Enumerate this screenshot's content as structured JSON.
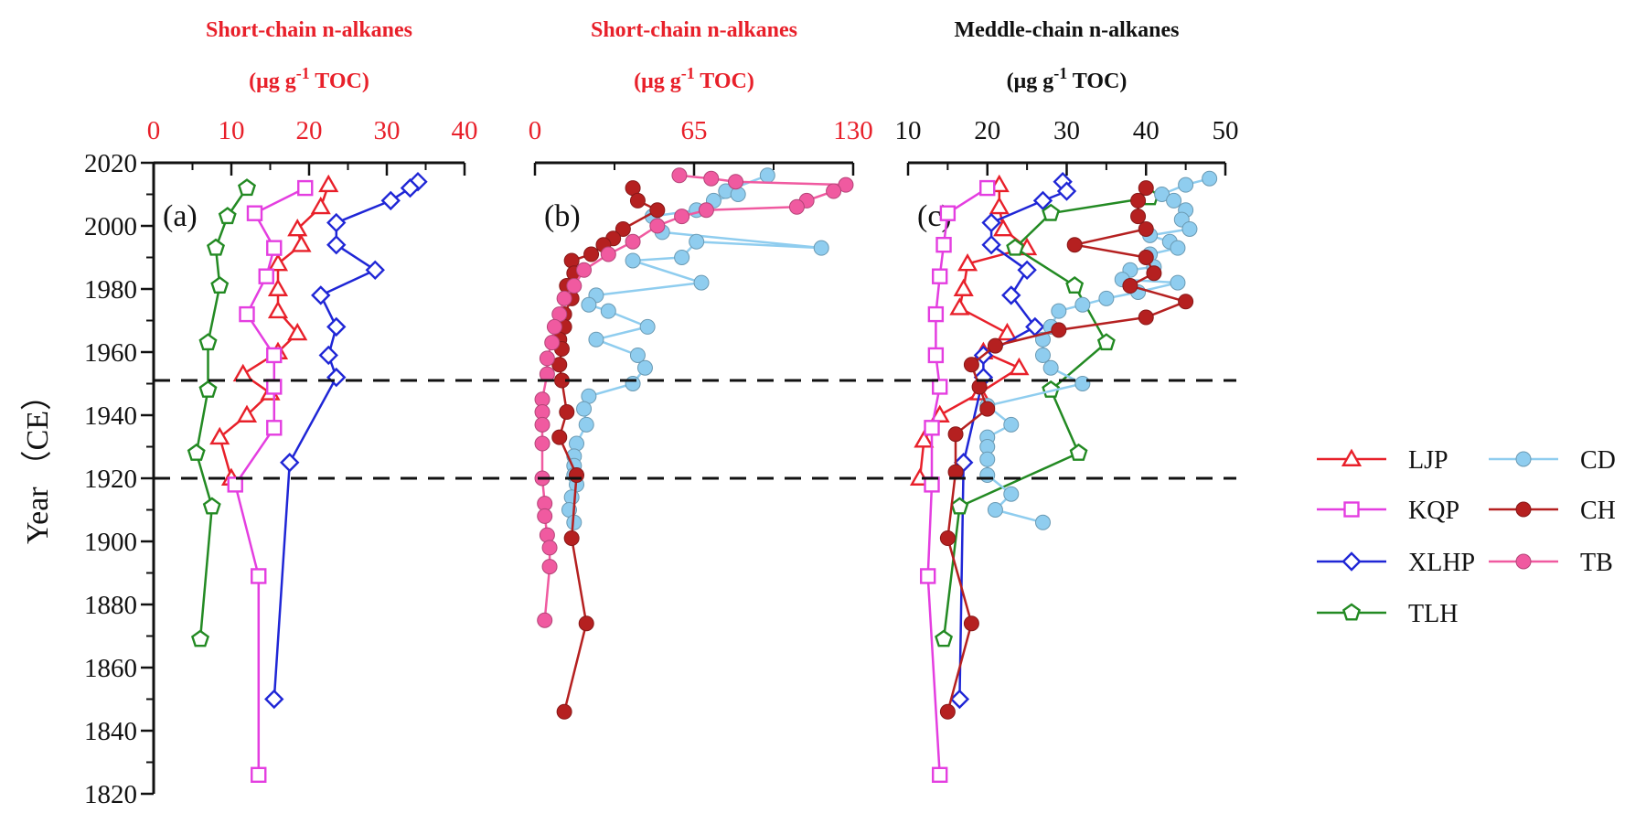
{
  "chart_data": [
    {
      "id": "a",
      "type": "line",
      "panel_label": "(a)",
      "title_line1": "Short-chain n-alkanes",
      "title_line2": "(μg g",
      "title_sup": "-1",
      "title_tail": " TOC)",
      "title_color": "#e8202a",
      "xlim": [
        0,
        40
      ],
      "xticks": [
        0,
        10,
        20,
        30,
        40
      ],
      "xtick_labels": [
        "0",
        "10",
        "20",
        "30",
        "40"
      ],
      "xtick_color": "#e8202a",
      "series": [
        {
          "name": "LJP",
          "color": "#e8202a",
          "marker": "triangle",
          "points": [
            [
              22.5,
              2013
            ],
            [
              21.5,
              2006
            ],
            [
              18.5,
              1999
            ],
            [
              19,
              1994
            ],
            [
              16,
              1988
            ],
            [
              16,
              1980
            ],
            [
              16,
              1973
            ],
            [
              18.5,
              1966
            ],
            [
              16,
              1960
            ],
            [
              11.5,
              1953
            ],
            [
              15,
              1947
            ],
            [
              12,
              1940
            ],
            [
              8.5,
              1933
            ],
            [
              10,
              1920
            ]
          ]
        },
        {
          "name": "KQP",
          "color": "#e43ee0",
          "marker": "square",
          "points": [
            [
              19.5,
              2012
            ],
            [
              13,
              2004
            ],
            [
              15.5,
              1993
            ],
            [
              14.5,
              1984
            ],
            [
              12,
              1972
            ],
            [
              15.5,
              1959
            ],
            [
              15.5,
              1949
            ],
            [
              15.5,
              1936
            ],
            [
              10.5,
              1918
            ],
            [
              13.5,
              1889
            ],
            [
              13.5,
              1826
            ]
          ]
        },
        {
          "name": "XLHP",
          "color": "#1f26d6",
          "marker": "diamond",
          "points": [
            [
              34,
              2014
            ],
            [
              33,
              2012
            ],
            [
              30.5,
              2008
            ],
            [
              23.5,
              2001
            ],
            [
              23.5,
              1994
            ],
            [
              28.5,
              1986
            ],
            [
              21.5,
              1978
            ],
            [
              23.5,
              1968
            ],
            [
              22.5,
              1959
            ],
            [
              23.5,
              1952
            ],
            [
              17.5,
              1925
            ],
            [
              15.5,
              1850
            ]
          ]
        },
        {
          "name": "TLH",
          "color": "#238a23",
          "marker": "pentagon",
          "points": [
            [
              12,
              2012
            ],
            [
              9.5,
              2003
            ],
            [
              8,
              1993
            ],
            [
              8.5,
              1981
            ],
            [
              7,
              1963
            ],
            [
              7,
              1948
            ],
            [
              5.5,
              1928
            ],
            [
              7.5,
              1911
            ],
            [
              6,
              1869
            ]
          ]
        }
      ]
    },
    {
      "id": "b",
      "type": "line",
      "panel_label": "(b)",
      "title_line1": "Short-chain n-alkanes",
      "title_line2": "(μg g",
      "title_sup": "-1",
      "title_tail": " TOC)",
      "title_color": "#e8202a",
      "xlim": [
        0,
        130
      ],
      "xticks": [
        0,
        65,
        130
      ],
      "xtick_labels": [
        "0",
        "65",
        "130"
      ],
      "xtick_color": "#e8202a",
      "series": [
        {
          "name": "CD",
          "color": "#8fcdef",
          "marker": "circle",
          "points": [
            [
              95,
              2016
            ],
            [
              78,
              2011
            ],
            [
              83,
              2010
            ],
            [
              73,
              2008
            ],
            [
              66,
              2005
            ],
            [
              48,
              2003
            ],
            [
              52,
              1998
            ],
            [
              117,
              1993
            ],
            [
              66,
              1995
            ],
            [
              60,
              1990
            ],
            [
              40,
              1989
            ],
            [
              68,
              1982
            ],
            [
              25,
              1978
            ],
            [
              22,
              1975
            ],
            [
              30,
              1973
            ],
            [
              46,
              1968
            ],
            [
              25,
              1964
            ],
            [
              42,
              1959
            ],
            [
              45,
              1955
            ],
            [
              40,
              1950
            ],
            [
              22,
              1946
            ],
            [
              20,
              1942
            ],
            [
              21,
              1937
            ],
            [
              17,
              1931
            ],
            [
              16,
              1927
            ],
            [
              16,
              1924
            ],
            [
              16,
              1921
            ],
            [
              17,
              1918
            ],
            [
              15,
              1914
            ],
            [
              14,
              1910
            ],
            [
              16,
              1906
            ]
          ]
        },
        {
          "name": "CH",
          "color": "#b52020",
          "marker": "circle",
          "points": [
            [
              40,
              2012
            ],
            [
              42,
              2008
            ],
            [
              50,
              2005
            ],
            [
              36,
              1999
            ],
            [
              32,
              1996
            ],
            [
              28,
              1994
            ],
            [
              23,
              1991
            ],
            [
              15,
              1989
            ],
            [
              16,
              1985
            ],
            [
              13,
              1981
            ],
            [
              15,
              1977
            ],
            [
              12,
              1972
            ],
            [
              12,
              1968
            ],
            [
              10,
              1964
            ],
            [
              11,
              1961
            ],
            [
              10,
              1956
            ],
            [
              11,
              1951
            ],
            [
              13,
              1941
            ],
            [
              10,
              1933
            ],
            [
              17,
              1921
            ],
            [
              15,
              1901
            ],
            [
              21,
              1874
            ],
            [
              12,
              1846
            ]
          ]
        },
        {
          "name": "TB",
          "color": "#f05aa0",
          "marker": "circle",
          "points": [
            [
              59,
              2016
            ],
            [
              72,
              2015
            ],
            [
              82,
              2014
            ],
            [
              127,
              2013
            ],
            [
              122,
              2011
            ],
            [
              111,
              2008
            ],
            [
              107,
              2006
            ],
            [
              70,
              2005
            ],
            [
              60,
              2003
            ],
            [
              50,
              2000
            ],
            [
              40,
              1995
            ],
            [
              30,
              1991
            ],
            [
              20,
              1986
            ],
            [
              16,
              1981
            ],
            [
              12,
              1977
            ],
            [
              10,
              1972
            ],
            [
              8,
              1968
            ],
            [
              7,
              1963
            ],
            [
              5,
              1958
            ],
            [
              5,
              1953
            ],
            [
              3,
              1945
            ],
            [
              3,
              1941
            ],
            [
              3,
              1937
            ],
            [
              3,
              1931
            ],
            [
              3,
              1920
            ],
            [
              4,
              1912
            ],
            [
              4,
              1908
            ],
            [
              5,
              1902
            ],
            [
              6,
              1898
            ],
            [
              6,
              1892
            ],
            [
              4,
              1875
            ]
          ]
        }
      ]
    },
    {
      "id": "c",
      "type": "line",
      "panel_label": "(c)",
      "title_line1": "Meddle-chain n-alkanes",
      "title_line2": "(μg g",
      "title_sup": "-1",
      "title_tail": " TOC)",
      "title_color": "#111111",
      "xlim": [
        10,
        50
      ],
      "xticks": [
        10,
        20,
        30,
        40,
        50
      ],
      "xtick_labels": [
        "10",
        "20",
        "30",
        "40",
        "50"
      ],
      "xtick_color": "#111111",
      "series": [
        {
          "name": "LJP",
          "color": "#e8202a",
          "marker": "triangle",
          "points": [
            [
              21.5,
              2013
            ],
            [
              21.5,
              2006
            ],
            [
              22,
              1999
            ],
            [
              25,
              1993
            ],
            [
              17.5,
              1988
            ],
            [
              17,
              1980
            ],
            [
              16.5,
              1974
            ],
            [
              22.5,
              1966
            ],
            [
              19.5,
              1960
            ],
            [
              24,
              1955
            ],
            [
              19,
              1947
            ],
            [
              14,
              1940
            ],
            [
              12,
              1932
            ],
            [
              11.5,
              1920
            ]
          ]
        },
        {
          "name": "KQP",
          "color": "#e43ee0",
          "marker": "square",
          "points": [
            [
              20,
              2012
            ],
            [
              15,
              2004
            ],
            [
              14.5,
              1994
            ],
            [
              14,
              1984
            ],
            [
              13.5,
              1972
            ],
            [
              13.5,
              1959
            ],
            [
              14,
              1949
            ],
            [
              13,
              1936
            ],
            [
              13,
              1918
            ],
            [
              12.5,
              1889
            ],
            [
              14,
              1826
            ]
          ]
        },
        {
          "name": "XLHP",
          "color": "#1f26d6",
          "marker": "diamond",
          "points": [
            [
              29.5,
              2014
            ],
            [
              30,
              2011
            ],
            [
              27,
              2008
            ],
            [
              20.5,
              2001
            ],
            [
              20.5,
              1994
            ],
            [
              25,
              1986
            ],
            [
              23,
              1978
            ],
            [
              26,
              1968
            ],
            [
              19.5,
              1959
            ],
            [
              19.5,
              1952
            ],
            [
              17,
              1925
            ],
            [
              16.5,
              1850
            ]
          ]
        },
        {
          "name": "TLH",
          "color": "#238a23",
          "marker": "pentagon",
          "points": [
            [
              40.5,
              2009
            ],
            [
              28,
              2004
            ],
            [
              23.5,
              1993
            ],
            [
              31,
              1981
            ],
            [
              35,
              1963
            ],
            [
              28,
              1948
            ],
            [
              31.5,
              1928
            ],
            [
              16.5,
              1911
            ],
            [
              14.5,
              1869
            ]
          ]
        },
        {
          "name": "CD",
          "color": "#8fcdef",
          "marker": "circle",
          "points": [
            [
              48,
              2015
            ],
            [
              45,
              2013
            ],
            [
              42,
              2010
            ],
            [
              43.5,
              2008
            ],
            [
              45,
              2005
            ],
            [
              44.5,
              2002
            ],
            [
              45.5,
              1999
            ],
            [
              40.5,
              1997
            ],
            [
              43,
              1995
            ],
            [
              44,
              1993
            ],
            [
              40.5,
              1991
            ],
            [
              41,
              1987
            ],
            [
              38,
              1986
            ],
            [
              37,
              1983
            ],
            [
              44,
              1982
            ],
            [
              39,
              1979
            ],
            [
              35,
              1977
            ],
            [
              32,
              1975
            ],
            [
              29,
              1973
            ],
            [
              28,
              1968
            ],
            [
              27,
              1964
            ],
            [
              27,
              1959
            ],
            [
              28,
              1955
            ],
            [
              32,
              1950
            ],
            [
              20,
              1943
            ],
            [
              23,
              1937
            ],
            [
              20,
              1933
            ],
            [
              20,
              1930
            ],
            [
              20,
              1926
            ],
            [
              20,
              1921
            ],
            [
              23,
              1915
            ],
            [
              21,
              1910
            ],
            [
              27,
              1906
            ]
          ]
        },
        {
          "name": "CH",
          "color": "#b52020",
          "marker": "circle",
          "points": [
            [
              40,
              2012
            ],
            [
              39,
              2008
            ],
            [
              39,
              2003
            ],
            [
              40,
              1999
            ],
            [
              31,
              1994
            ],
            [
              40,
              1990
            ],
            [
              41,
              1985
            ],
            [
              38,
              1981
            ],
            [
              45,
              1976
            ],
            [
              40,
              1971
            ],
            [
              29,
              1967
            ],
            [
              21,
              1962
            ],
            [
              18,
              1956
            ],
            [
              19,
              1949
            ],
            [
              20,
              1942
            ],
            [
              16,
              1934
            ],
            [
              16,
              1922
            ],
            [
              15,
              1901
            ],
            [
              18,
              1874
            ],
            [
              15,
              1846
            ]
          ]
        }
      ]
    }
  ],
  "y_axis": {
    "label_main": "Year",
    "label_paren": "（CE）",
    "ylim": [
      1820,
      2020
    ],
    "ticks": [
      1820,
      1840,
      1860,
      1880,
      1900,
      1920,
      1940,
      1960,
      1980,
      2000,
      2020
    ],
    "tick_labels": [
      "1820",
      "1840",
      "1860",
      "1880",
      "1900",
      "1920",
      "1940",
      "1960",
      "1980",
      "2000",
      "2020"
    ]
  },
  "reference_lines": [
    1951,
    1920
  ],
  "legend": {
    "placement": "right",
    "items": [
      {
        "name": "LJP",
        "color": "#e8202a",
        "marker": "triangle"
      },
      {
        "name": "CD",
        "color": "#8fcdef",
        "marker": "circle"
      },
      {
        "name": "KQP",
        "color": "#e43ee0",
        "marker": "square"
      },
      {
        "name": "CH",
        "color": "#b52020",
        "marker": "circle"
      },
      {
        "name": "XLHP",
        "color": "#1f26d6",
        "marker": "diamond"
      },
      {
        "name": "TB",
        "color": "#f05aa0",
        "marker": "circle"
      },
      {
        "name": "TLH",
        "color": "#238a23",
        "marker": "pentagon"
      }
    ]
  }
}
